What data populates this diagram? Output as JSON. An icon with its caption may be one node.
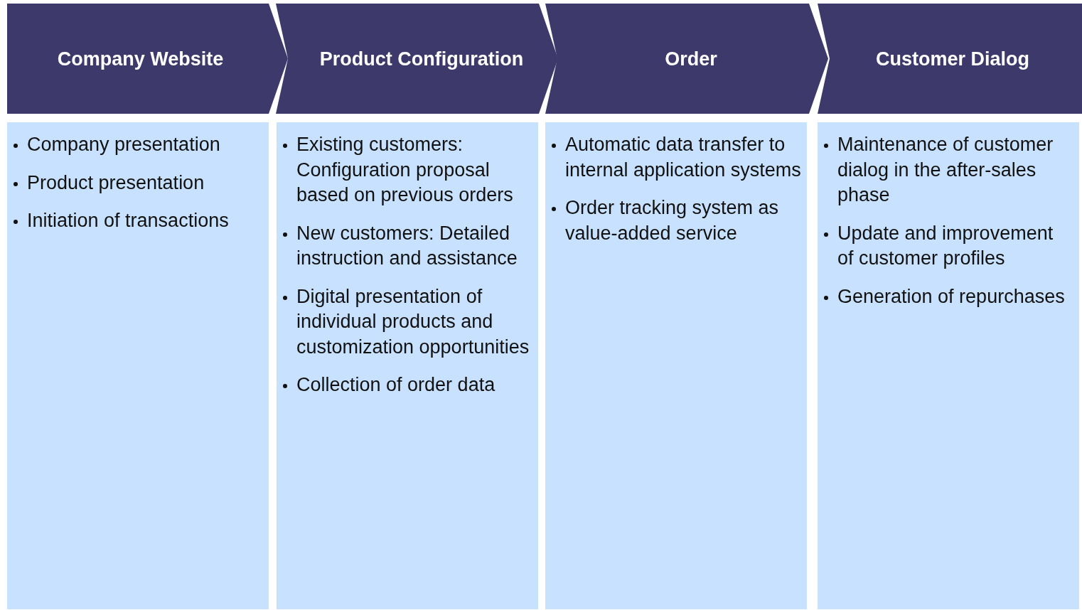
{
  "diagram": {
    "nodes": [
      {
        "text": [
          "Company Website"
        ]
      },
      {
        "text": [
          "Product Configuration"
        ]
      },
      {
        "text": [
          "Order"
        ]
      },
      {
        "text": [
          "Customer Dialog"
        ]
      },
      {
        "text": [
          "Company presentation",
          "Product presentation",
          "Initiation of transactions"
        ]
      },
      {
        "text": [
          "Existing customers: Configuration proposal based on previous orders",
          "New customers: Detailed instruction and assistance",
          "Digital presentation of individual products and customization opportunities",
          "Collection of order data"
        ]
      },
      {
        "text": [
          "Automatic data transfer to internal application systems",
          "Order tracking system as value-added service"
        ]
      },
      {
        "text": [
          "Maintenance of customer dialog in the after-sales phase",
          "Update and improvement of customer profiles",
          "Generation of repurchases"
        ]
      }
    ],
    "edges": []
  }
}
